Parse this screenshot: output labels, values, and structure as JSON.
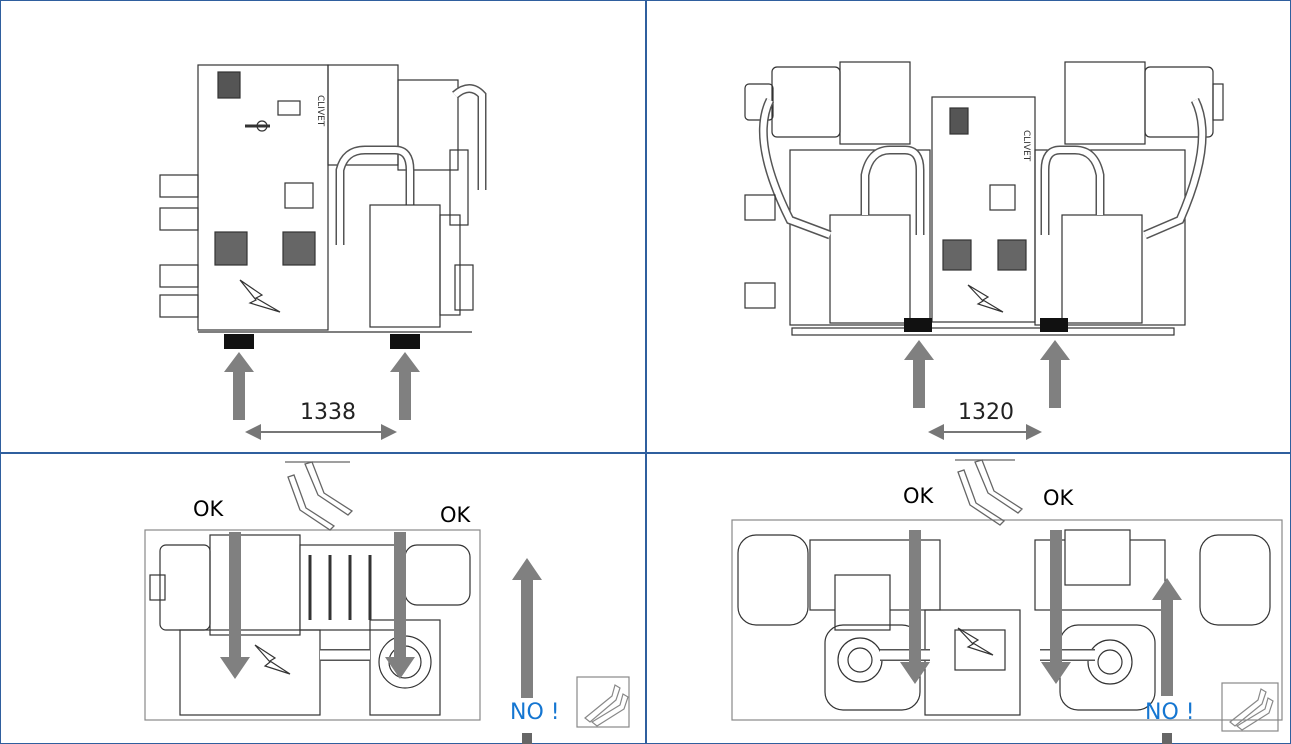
{
  "panels": {
    "top_left": {
      "dimension": "1338",
      "brand": "CLIVET"
    },
    "top_right": {
      "dimension": "1320",
      "brand": "CLIVET"
    },
    "bottom_left": {
      "ok_1": "OK",
      "ok_2": "OK",
      "no": "NO !"
    },
    "bottom_right": {
      "ok_1": "OK",
      "ok_2": "OK",
      "no": "NO !"
    }
  },
  "colors": {
    "border": "#2f5f9e",
    "arrow": "#808080",
    "no_text": "#1576d1",
    "lift_pad": "#111111"
  }
}
